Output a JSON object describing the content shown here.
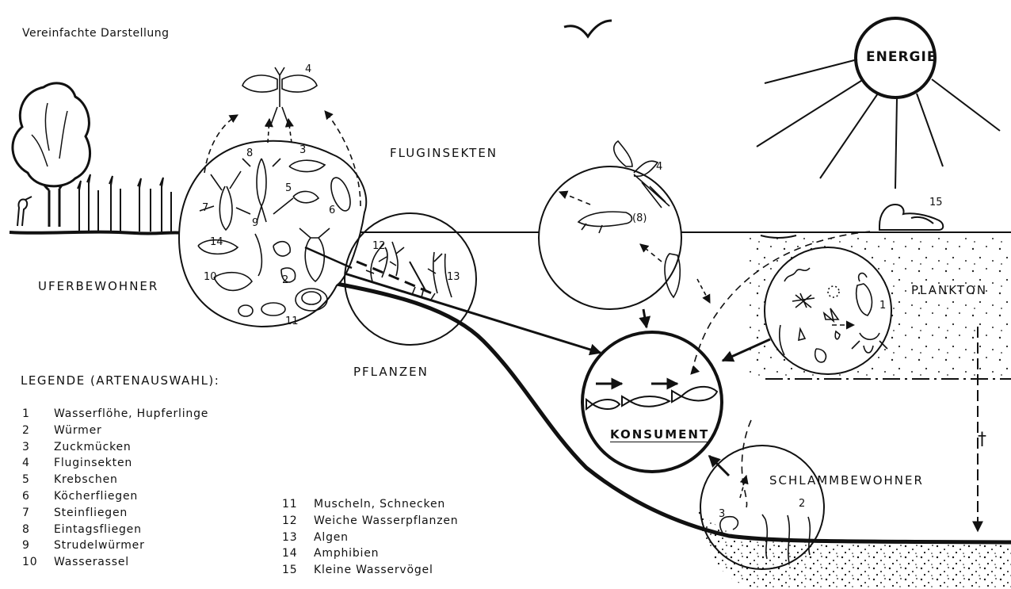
{
  "title": "Vereinfachte Darstellung",
  "labels": {
    "energie": "ENERGIE",
    "fluginsekten": "FLUGINSEKTEN",
    "uferbewohner": "UFERBEWOHNER",
    "pflanzen": "PFLANZEN",
    "plankton": "PLANKTON",
    "konsument": "KONSUMENT",
    "schlammbewohner": "SCHLAMMBEWOHNER"
  },
  "numbers": {
    "n4_top": "4",
    "n7": "7",
    "n8": "8",
    "n3": "3",
    "n5": "5",
    "n6": "6",
    "n9": "9",
    "n14": "14",
    "n10": "10",
    "n2": "2",
    "n11": "11",
    "n12": "12",
    "n13": "13",
    "n4_circle": "4",
    "n8_circle": "(8)",
    "n15": "15",
    "n1": "1",
    "n3_mud": "3",
    "n2_mud": "2",
    "cross": "†"
  },
  "legend": {
    "title": "LEGENDE (ARTENAUSWAHL):",
    "left": [
      {
        "num": "1",
        "label": "Wasserflöhe, Hupferlinge"
      },
      {
        "num": "2",
        "label": "Würmer"
      },
      {
        "num": "3",
        "label": "Zuckmücken"
      },
      {
        "num": "4",
        "label": "Fluginsekten"
      },
      {
        "num": "5",
        "label": "Krebschen"
      },
      {
        "num": "6",
        "label": "Köcherfliegen"
      },
      {
        "num": "7",
        "label": "Steinfliegen"
      },
      {
        "num": "8",
        "label": "Eintagsfliegen"
      },
      {
        "num": "9",
        "label": "Strudelwürmer"
      },
      {
        "num": "10",
        "label": "Wasserassel"
      }
    ],
    "right": [
      {
        "num": "11",
        "label": "Muscheln, Schnecken"
      },
      {
        "num": "12",
        "label": "Weiche Wasserpflanzen"
      },
      {
        "num": "13",
        "label": "Algen"
      },
      {
        "num": "14",
        "label": "Amphibien"
      },
      {
        "num": "15",
        "label": "Kleine Wasservögel"
      }
    ]
  },
  "colors": {
    "ink": "#111111",
    "paper": "#ffffff"
  }
}
